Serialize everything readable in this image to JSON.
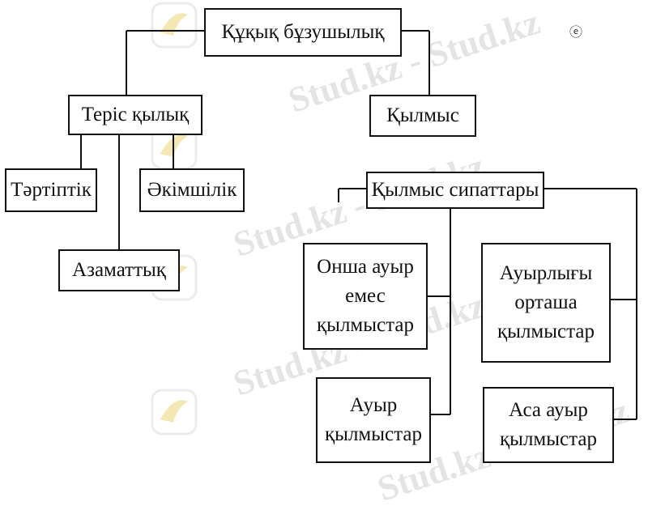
{
  "nodes": {
    "root": "Құқық бұзушылық",
    "teris": "Теріс қылық",
    "kylmys": "Қылмыс",
    "tartiptik": "Тәртіптік",
    "akimshilik": "Әкімшілік",
    "azamattyk": "Азаматтық",
    "sipattary": "Қылмыс сипаттары",
    "onsha": "Онша ауыр\nемес\nқылмыстар",
    "orta": "Ауырлығы\nорташа\nқылмыстар",
    "auyr": "Ауыр\nқылмыстар",
    "asa": "Аса ауыр\nқылмыстар"
  },
  "watermark": {
    "text": "Stud.kz - Stud.kz",
    "color": "#e4e4e4"
  },
  "corner_mark": "ⓔ",
  "colors": {
    "line": "#111111",
    "box_border": "#111111",
    "logo_accent": "#f3e7b3"
  }
}
